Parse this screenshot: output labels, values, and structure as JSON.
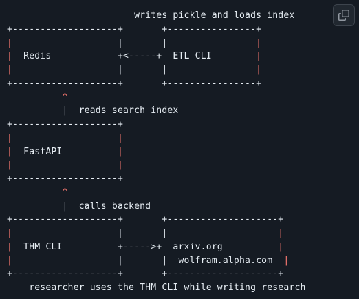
{
  "code_block": {
    "copy_button_label": "Copy",
    "lines": [
      "                       writes pickle and loads index",
      "+-------------------+       +----------------+",
      "|                   |       |                |",
      "|  Redis            +<-----+  ETL CLI        |",
      "|                   |       |                |",
      "+-------------------+       +----------------+",
      "          ^",
      "          |  reads search index",
      "+-------------------+",
      "|                   |",
      "|  FastAPI          |",
      "|                   |",
      "+-------------------+",
      "          ^",
      "          |  calls backend",
      "+-------------------+       +--------------------+",
      "|                   |       |                    |",
      "|  THM CLI          +----->+  arxiv.org          |",
      "|                   |       |  wolfram.alpha.com  |",
      "+-------------------+       +--------------------+",
      "    researcher uses the THM CLI while writing research"
    ]
  }
}
